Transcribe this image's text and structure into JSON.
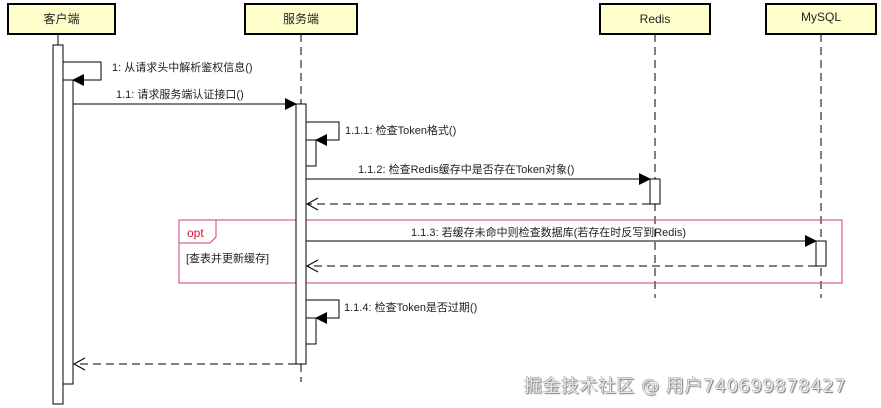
{
  "participants": [
    {
      "id": "client",
      "label": "客户端"
    },
    {
      "id": "server",
      "label": "服务端"
    },
    {
      "id": "redis",
      "label": "Redis"
    },
    {
      "id": "mysql",
      "label": "MySQL"
    }
  ],
  "messages": [
    {
      "id": "m1",
      "from": "client",
      "to": "client",
      "type": "self",
      "label": "1: 从请求头中解析鉴权信息()"
    },
    {
      "id": "m1_1",
      "from": "client",
      "to": "server",
      "type": "sync",
      "label": "1.1: 请求服务端认证接口()"
    },
    {
      "id": "m1_1_1",
      "from": "server",
      "to": "server",
      "type": "self",
      "label": "1.1.1: 检查Token格式()"
    },
    {
      "id": "m1_1_2",
      "from": "server",
      "to": "redis",
      "type": "sync",
      "label": "1.1.2: 检查Redis缓存中是否存在Token对象()"
    },
    {
      "id": "r1_1_2",
      "from": "redis",
      "to": "server",
      "type": "return",
      "label": ""
    },
    {
      "id": "m1_1_3",
      "from": "server",
      "to": "mysql",
      "type": "sync",
      "label": "1.1.3: 若缓存未命中则检查数据库(若存在时反写到Redis)"
    },
    {
      "id": "r1_1_3",
      "from": "mysql",
      "to": "server",
      "type": "return",
      "label": ""
    },
    {
      "id": "m1_1_4",
      "from": "server",
      "to": "server",
      "type": "self",
      "label": "1.1.4: 检查Token是否过期()"
    },
    {
      "id": "r1_1",
      "from": "server",
      "to": "client",
      "type": "return",
      "label": ""
    }
  ],
  "fragment": {
    "operator": "opt",
    "guard": "[查表并更新缓存]",
    "covers": [
      "m1_1_3",
      "r1_1_3"
    ]
  },
  "colors": {
    "participant_fill": "#ffffcc",
    "fragment_border": "#cc3d7a",
    "fragment_keyword": "#cc1133"
  },
  "watermark": "掘金技术社区 @ 用户740699878427"
}
